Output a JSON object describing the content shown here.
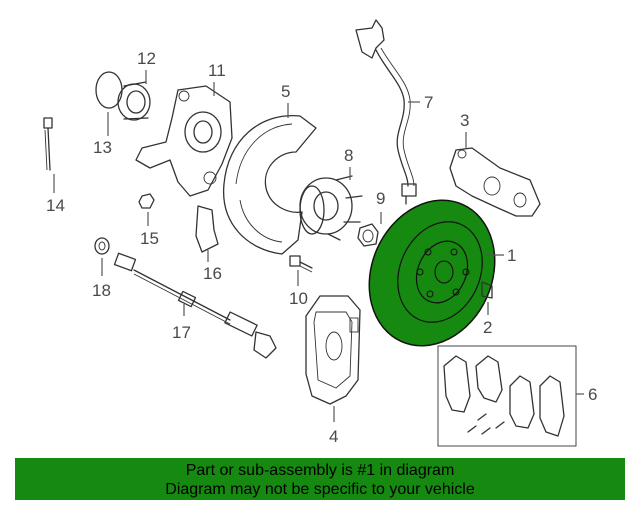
{
  "diagram": {
    "callouts": {
      "c1": "1",
      "c2": "2",
      "c3": "3",
      "c4": "4",
      "c5": "5",
      "c6": "6",
      "c7": "7",
      "c8": "8",
      "c9": "9",
      "c10": "10",
      "c11": "11",
      "c12": "12",
      "c13": "13",
      "c14": "14",
      "c15": "15",
      "c16": "16",
      "c17": "17",
      "c18": "18"
    },
    "highlight_color": "#168a10"
  },
  "banner": {
    "line1": "Part or sub-assembly is #1 in diagram",
    "line2": "Diagram may not be specific to your vehicle",
    "color": "#168a10"
  }
}
